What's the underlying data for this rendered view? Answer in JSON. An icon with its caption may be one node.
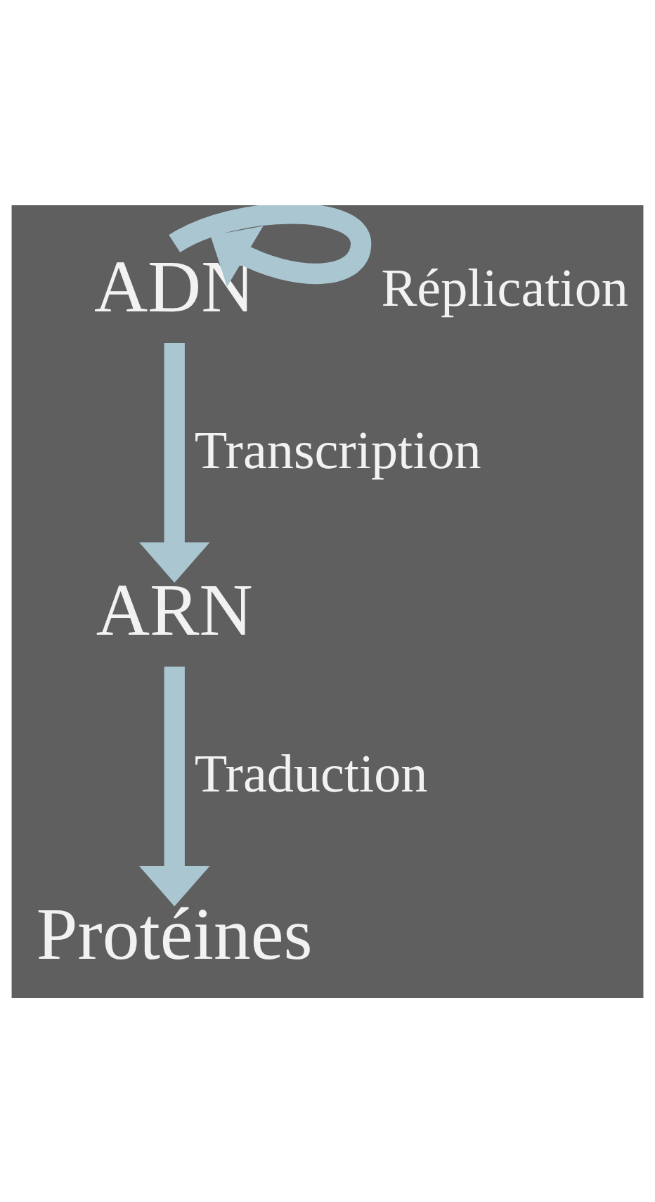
{
  "diagram": {
    "nodes": [
      {
        "text": [
          "ADN"
        ]
      },
      {
        "text": [
          "ARN"
        ]
      },
      {
        "text": [
          "Protéines"
        ]
      }
    ],
    "edges": [
      {
        "from": 0,
        "to": 0,
        "arrow": "to",
        "label": "Réplication"
      },
      {
        "from": 0,
        "to": 1,
        "arrow": "to",
        "label": "Transcription"
      },
      {
        "from": 1,
        "to": 2,
        "arrow": "to",
        "label": "Traduction"
      }
    ]
  }
}
